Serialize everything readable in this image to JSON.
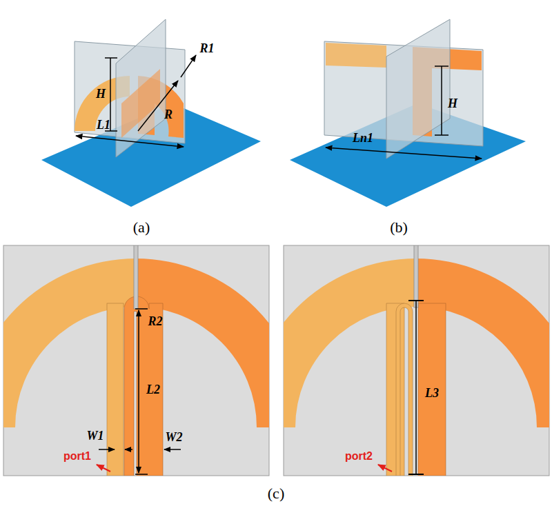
{
  "diagram": {
    "labels": [
      "H",
      "R1",
      "R",
      "L1",
      "H",
      "Ln1",
      "(a)",
      "(b)",
      "R2",
      "L2",
      "W1",
      "W2",
      "port1",
      "L3",
      "port2",
      "(c)"
    ]
  }
}
